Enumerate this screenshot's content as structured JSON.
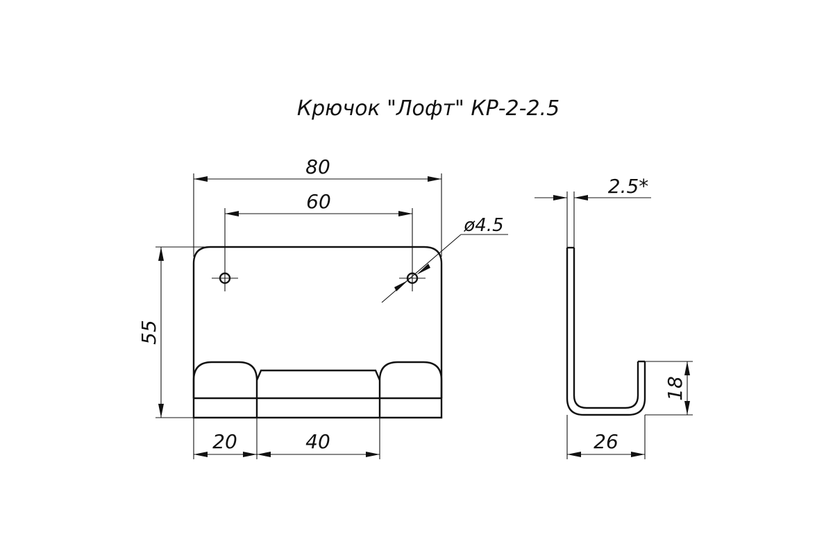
{
  "title": "Крючок \"Лофт\" КР-2-2.5",
  "front_view": {
    "width_label": "80",
    "hole_spacing_label": "60",
    "hole_diameter_label": "ø4.5",
    "height_label": "55",
    "hook_width_label": "20",
    "gap_label": "40"
  },
  "side_view": {
    "thickness_label": "2.5*",
    "hook_height_label": "18",
    "depth_label": "26"
  },
  "colors": {
    "line": "#111111",
    "background": "#ffffff"
  }
}
